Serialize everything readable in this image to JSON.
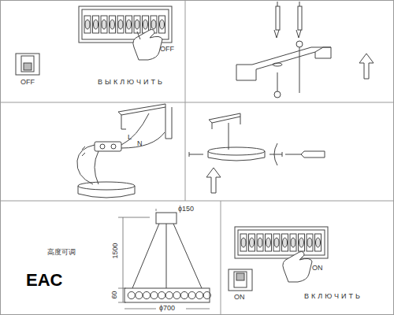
{
  "diagram": {
    "labels": [
      "OFF",
      "OFF",
      "ВЫКЛЮЧИТЬ",
      "L",
      "N",
      "ϕ150",
      "1500",
      "高度可调",
      "EAC",
      "ϕ700",
      "60",
      "ON",
      "ON",
      "ВКЛЮЧИТЬ"
    ]
  }
}
